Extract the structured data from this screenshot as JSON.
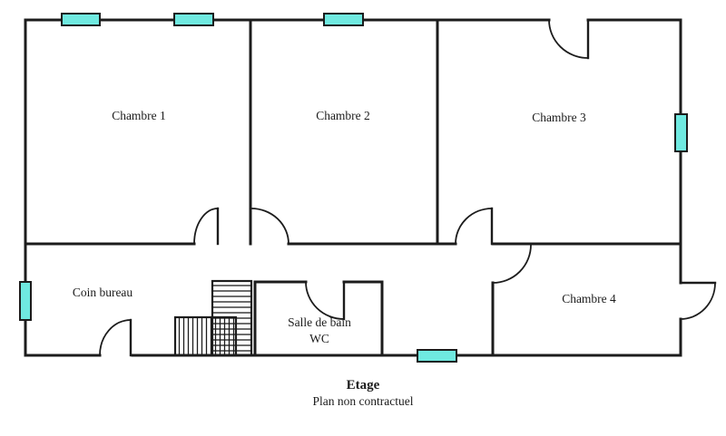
{
  "plan": {
    "floor_label": "Etage",
    "disclaimer": "Plan non contractuel",
    "rooms": [
      {
        "label": "Chambre 1"
      },
      {
        "label": "Chambre 2"
      },
      {
        "label": "Chambre 3"
      },
      {
        "label": "Chambre 4"
      },
      {
        "label": "Coin bureau"
      },
      {
        "label": "Salle de bain",
        "label_line2": "WC"
      }
    ],
    "colors": {
      "wall": "#1c1c1c",
      "window_fill": "#6fe9e0",
      "background": "#ffffff"
    }
  }
}
